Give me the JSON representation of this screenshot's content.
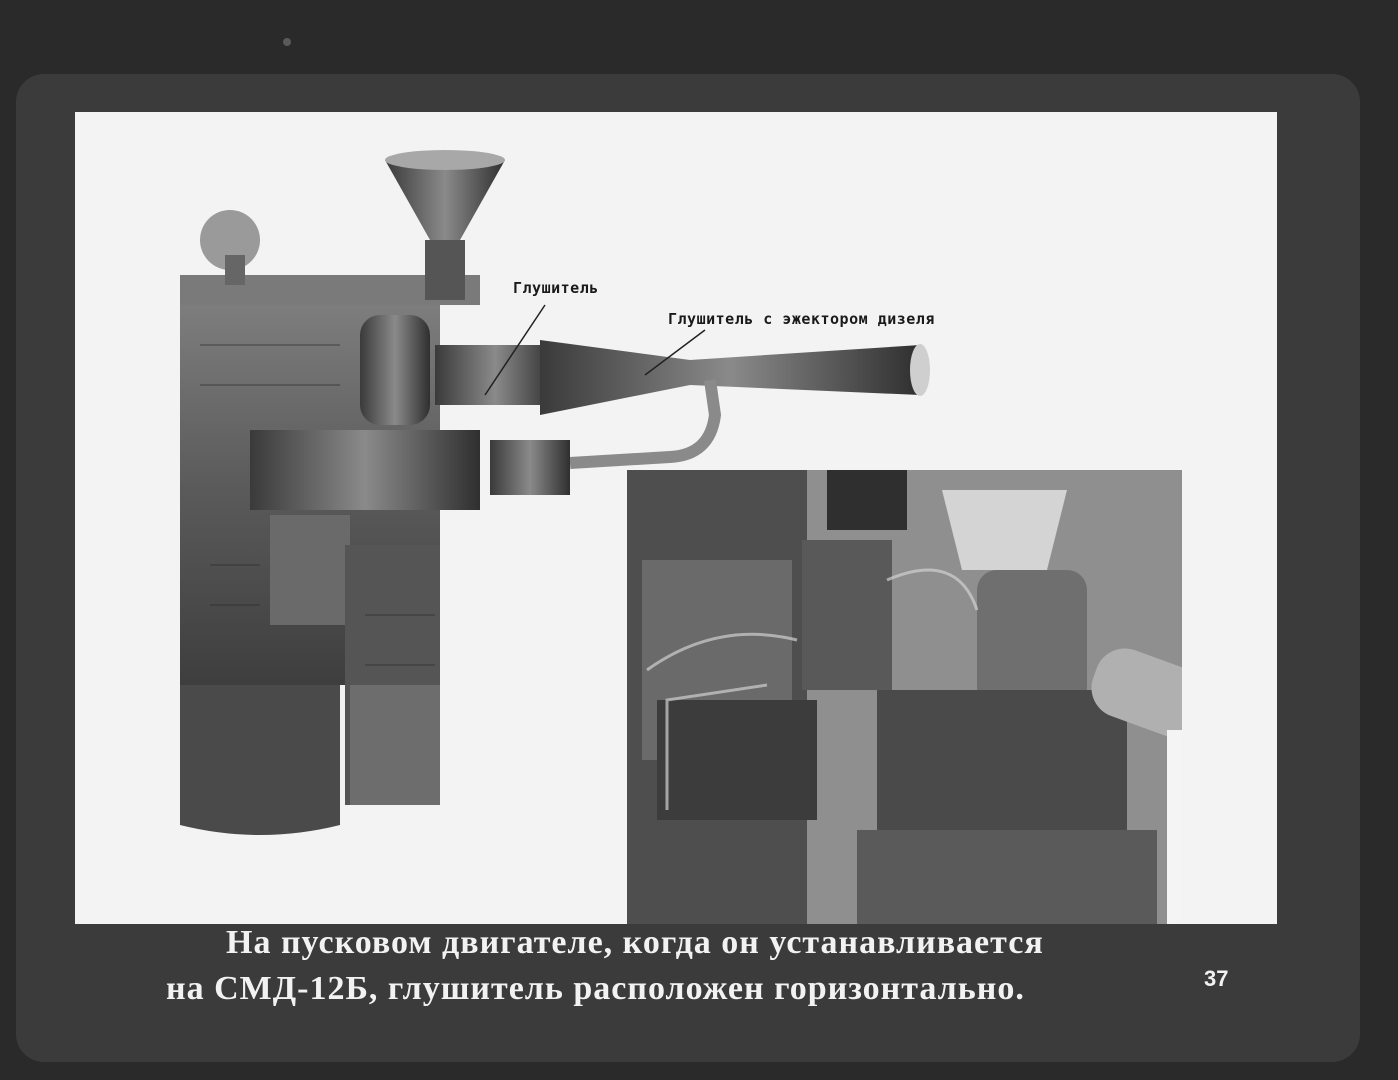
{
  "slide": {
    "labels": {
      "muffler": "Глушитель",
      "muffler_ejector": "Глушитель с эжектором дизеля"
    },
    "caption_line1": "На пусковом двигателе, когда он устанавливается",
    "caption_line2": "на СМД-12Б, глушитель расположен горизонтально.",
    "page_number": "37"
  },
  "illustrations": {
    "left": "engine-drawing-icon",
    "right": "engine-photo-icon"
  }
}
